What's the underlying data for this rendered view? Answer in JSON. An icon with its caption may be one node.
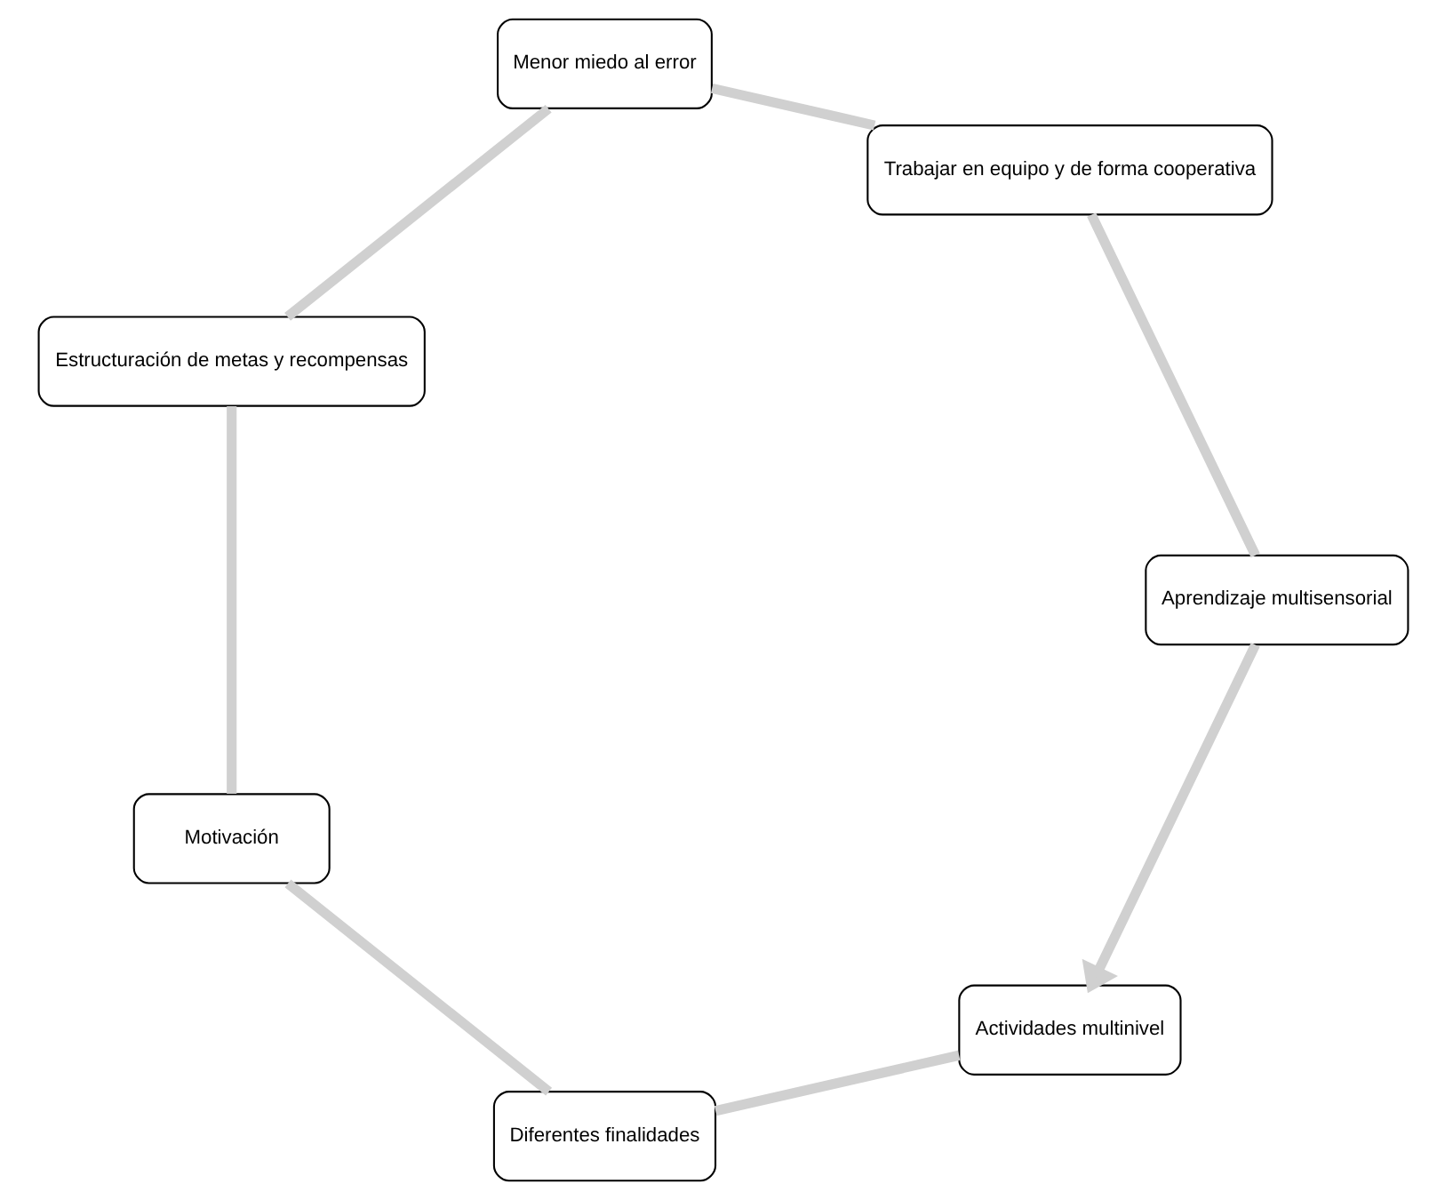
{
  "diagram": {
    "nodes": [
      {
        "text": [
          "Actividades multinivel"
        ]
      },
      {
        "text": [
          "Diferentes finalidades"
        ]
      },
      {
        "text": [
          "Motivación"
        ]
      },
      {
        "text": [
          "Estructuración de metas y recompensas"
        ]
      },
      {
        "text": [
          "Menor miedo al error"
        ]
      },
      {
        "text": [
          "Trabajar en equipo y de forma cooperativa"
        ]
      },
      {
        "text": [
          "Aprendizaje multisensorial"
        ]
      }
    ],
    "edges": [
      {
        "from": 0,
        "to": 1,
        "arrow": "none"
      },
      {
        "from": 1,
        "to": 2,
        "arrow": "none"
      },
      {
        "from": 2,
        "to": 3,
        "arrow": "none"
      },
      {
        "from": 3,
        "to": 4,
        "arrow": "none"
      },
      {
        "from": 4,
        "to": 5,
        "arrow": "none"
      },
      {
        "from": 5,
        "to": 6,
        "arrow": "none"
      },
      {
        "from": 6,
        "to": 0,
        "arrow": "to"
      }
    ]
  }
}
